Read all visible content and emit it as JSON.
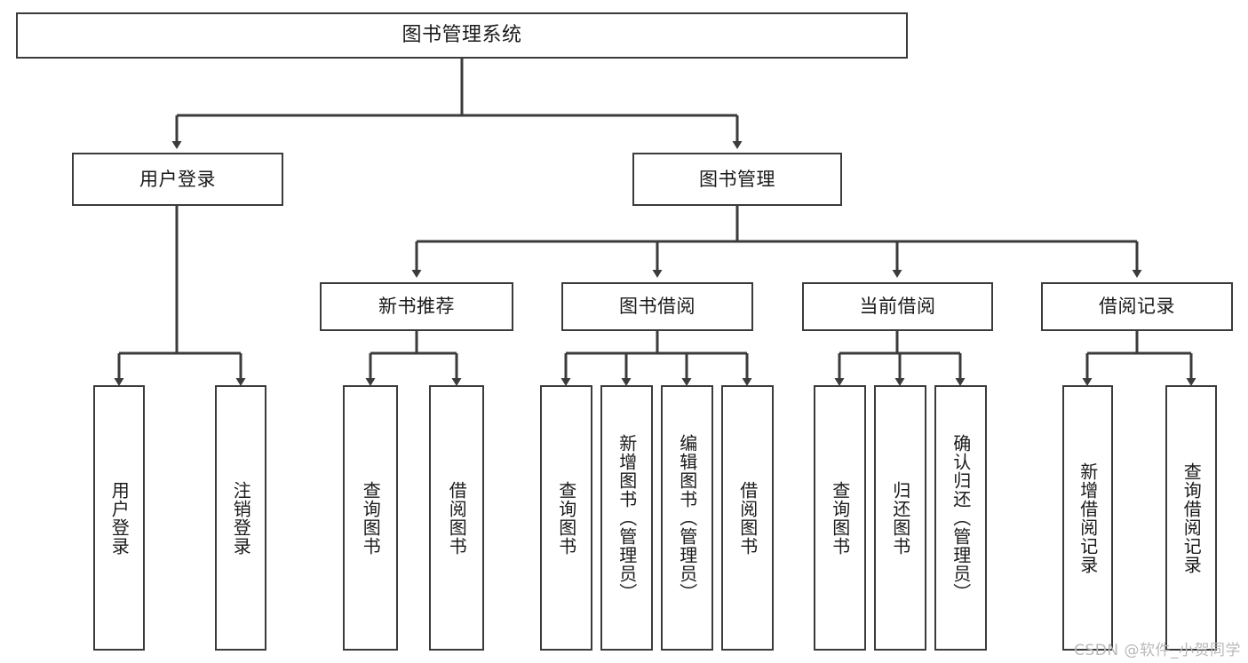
{
  "diagram": {
    "title": "图书管理系统",
    "watermark": "CSDN @软件_小贺同学",
    "stroke_color": "#3b3b3b",
    "background_color": "#ffffff",
    "text_color": "#1a1a1a",
    "levels": {
      "root": {
        "label": "图书管理系统"
      },
      "level1": [
        {
          "label": "用户登录"
        },
        {
          "label": "图书管理"
        }
      ],
      "level2": [
        {
          "label": "新书推荐"
        },
        {
          "label": "图书借阅"
        },
        {
          "label": "当前借阅"
        },
        {
          "label": "借阅记录"
        }
      ],
      "leaves": [
        {
          "label": "用户登录",
          "parent": "用户登录"
        },
        {
          "label": "注销登录",
          "parent": "用户登录"
        },
        {
          "label": "查询图书",
          "parent": "新书推荐"
        },
        {
          "label": "借阅图书",
          "parent": "新书推荐"
        },
        {
          "label": "查询图书",
          "parent": "图书借阅"
        },
        {
          "label": "新增图书（管理员）",
          "parent": "图书借阅"
        },
        {
          "label": "编辑图书（管理员）",
          "parent": "图书借阅"
        },
        {
          "label": "借阅图书",
          "parent": "图书借阅"
        },
        {
          "label": "查询图书",
          "parent": "当前借阅"
        },
        {
          "label": "归还图书",
          "parent": "当前借阅"
        },
        {
          "label": "确认归还（管理员）",
          "parent": "当前借阅"
        },
        {
          "label": "新增借阅记录",
          "parent": "借阅记录"
        },
        {
          "label": "查询借阅记录",
          "parent": "借阅记录"
        }
      ]
    }
  }
}
